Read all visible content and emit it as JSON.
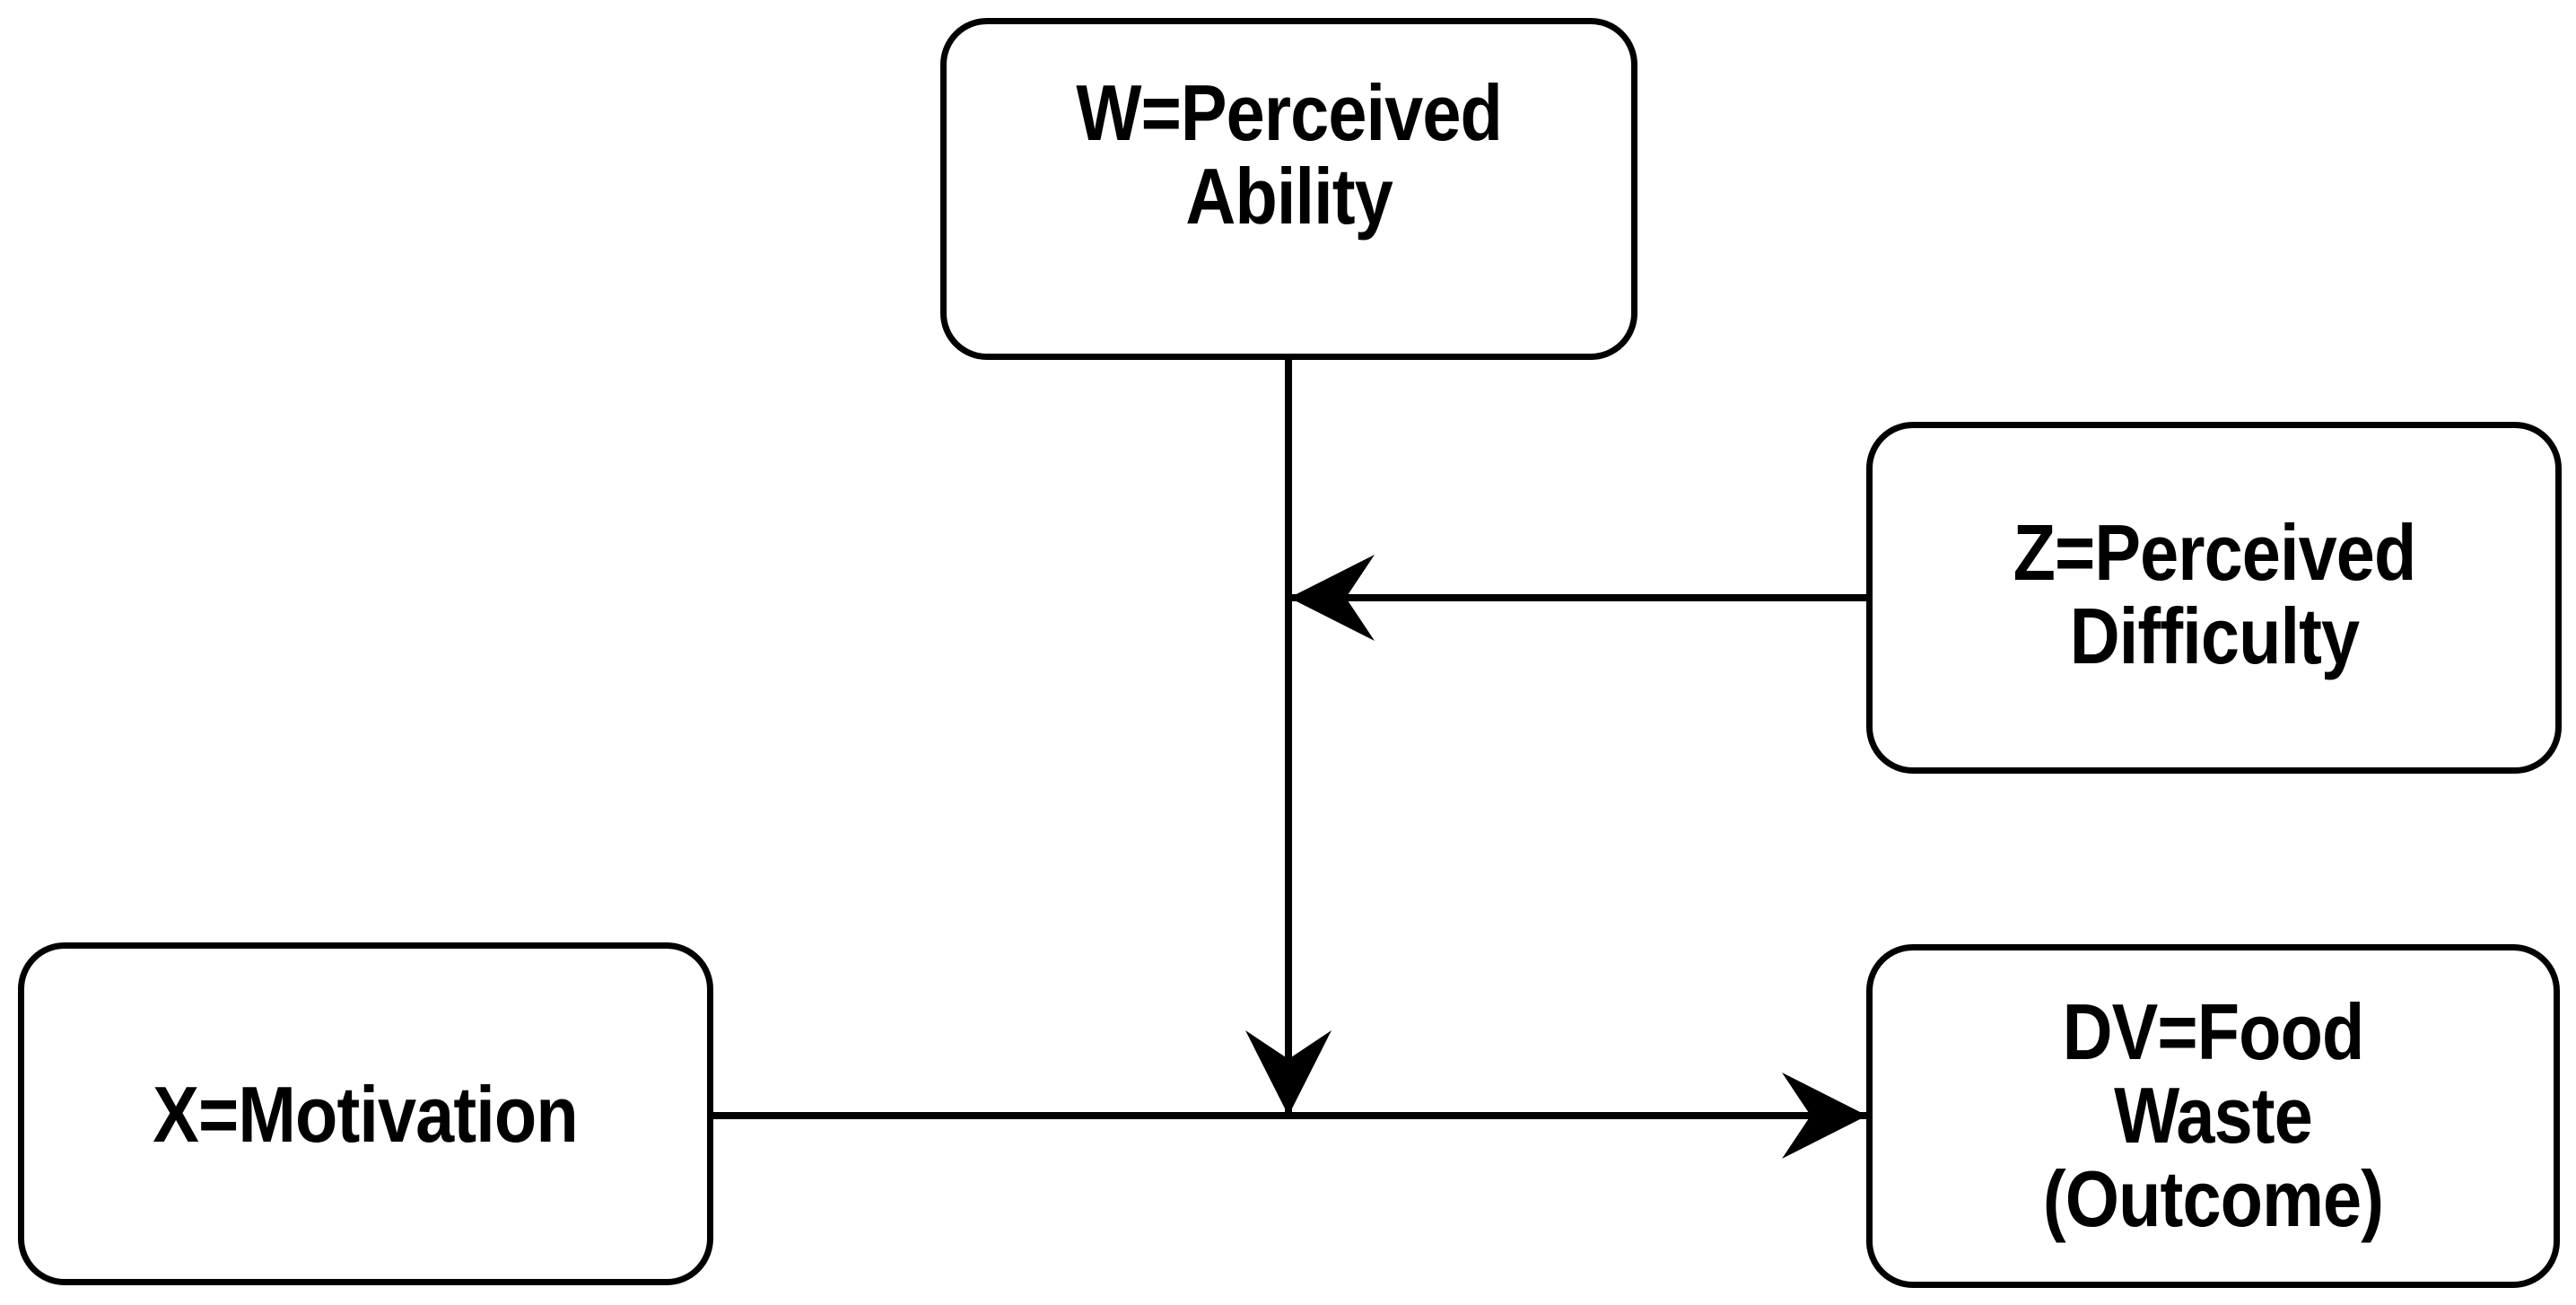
{
  "diagram": {
    "type": "conceptual-path-diagram",
    "background_color": "#ffffff",
    "stroke_color": "#000000",
    "text_color": "#000000",
    "nodes": [
      {
        "id": "W",
        "name": "perceived-ability",
        "label": "W=Perceived\nAbility",
        "role": "moderator",
        "position": "top-center"
      },
      {
        "id": "Z",
        "name": "perceived-difficulty",
        "label": "Z=Perceived\nDifficulty",
        "role": "moderator",
        "position": "middle-right"
      },
      {
        "id": "X",
        "name": "motivation",
        "label": "X=Motivation",
        "role": "predictor",
        "position": "bottom-left"
      },
      {
        "id": "DV",
        "name": "food-waste-outcome",
        "label": "DV=Food\nWaste\n(Outcome)",
        "role": "outcome",
        "position": "bottom-right"
      }
    ],
    "edges": [
      {
        "id": "x-to-dv",
        "name": "motivation-to-food-waste",
        "from": "X",
        "to": "DV",
        "direction": "right",
        "arrowhead": true
      },
      {
        "id": "w-to-path",
        "name": "perceived-ability-moderates-path",
        "from": "W",
        "to": "x-to-dv",
        "direction": "down",
        "arrowhead": true
      },
      {
        "id": "z-to-w-path",
        "name": "perceived-difficulty-moderates-ability-path",
        "from": "Z",
        "to": "w-to-path",
        "direction": "left",
        "arrowhead": true
      }
    ]
  }
}
